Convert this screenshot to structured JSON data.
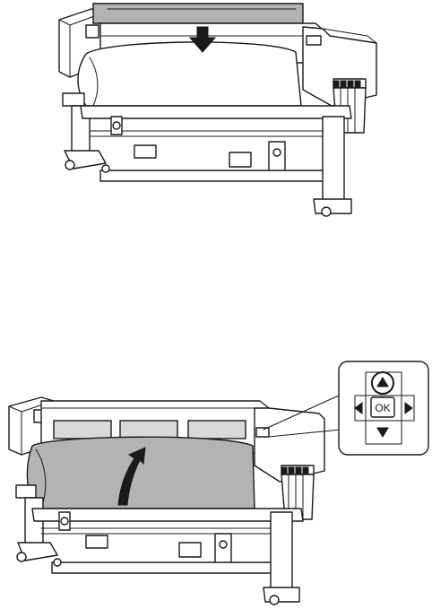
{
  "figures": [
    {
      "id": "step-lower-media",
      "arrow_direction": "down",
      "media_shading": "white",
      "bar_shading": "grey"
    },
    {
      "id": "step-raise-media",
      "arrow_direction": "up",
      "media_shading": "grey",
      "control_panel_callout": {
        "center_key_label": "OK",
        "highlighted_key": "up-arrow-icon",
        "keys": [
          "up-arrow-icon",
          "down-arrow-icon",
          "left-arrow-icon",
          "right-arrow-icon"
        ]
      }
    }
  ]
}
